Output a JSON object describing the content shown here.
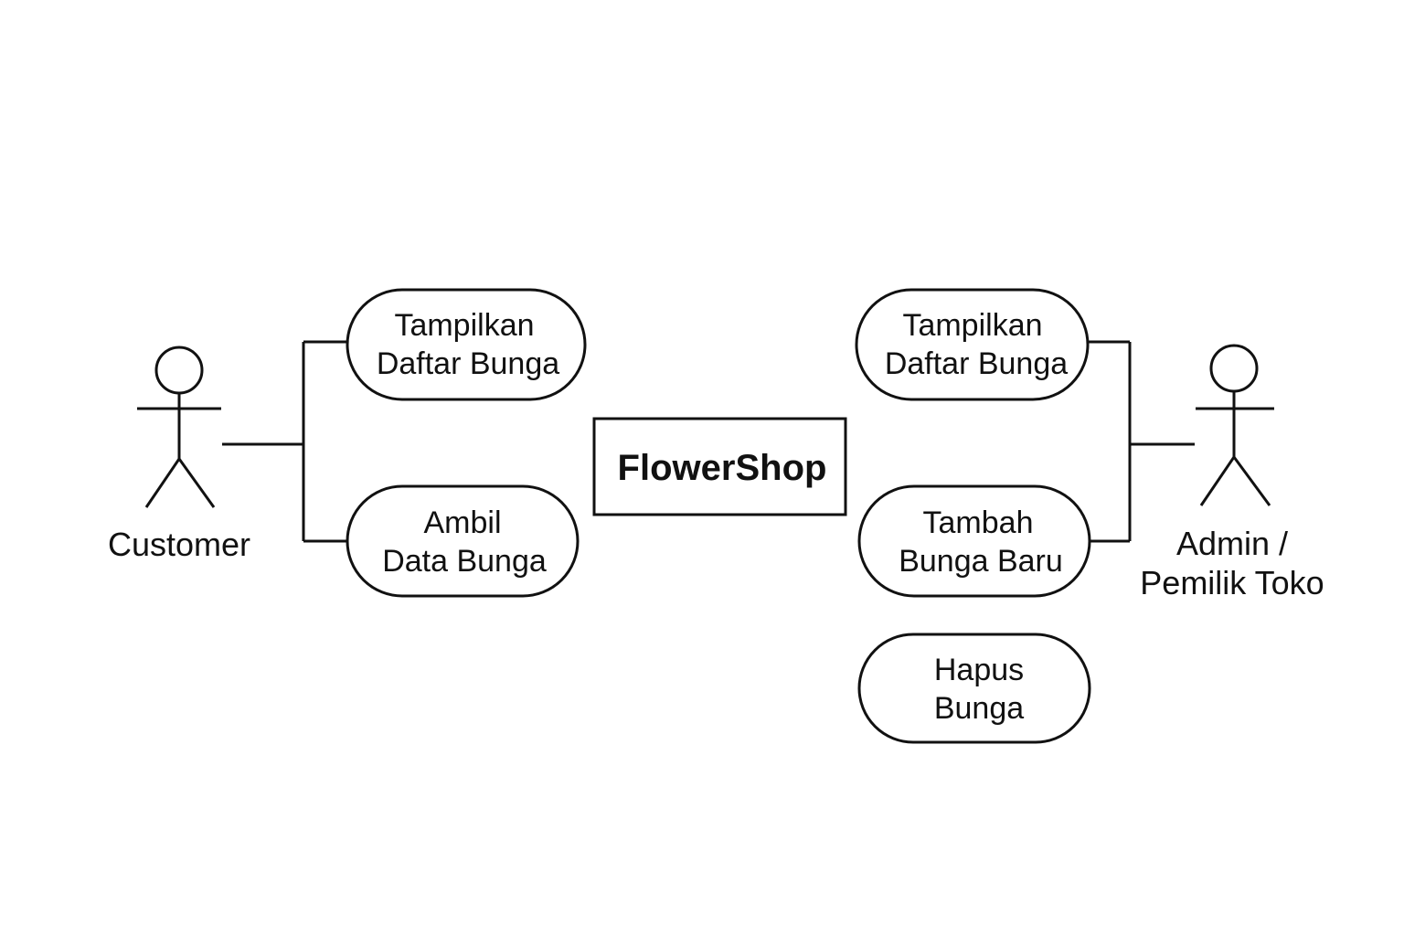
{
  "system": {
    "name": "FlowerShop"
  },
  "actors": {
    "customer": {
      "label": "Customer"
    },
    "admin": {
      "line1": "Admin /",
      "line2": "Pemilik Toko"
    }
  },
  "use_cases": {
    "customer_list": {
      "line1": "Tampilkan",
      "line2": "Daftar Bunga"
    },
    "customer_get": {
      "line1": "Ambil",
      "line2": "Data Bunga"
    },
    "admin_list": {
      "line1": "Tampilkan",
      "line2": "Daftar Bunga"
    },
    "admin_add": {
      "line1": "Tambah",
      "line2": "Bunga Baru"
    },
    "admin_delete": {
      "line1": "Hapus",
      "line2": "Bunga"
    }
  }
}
